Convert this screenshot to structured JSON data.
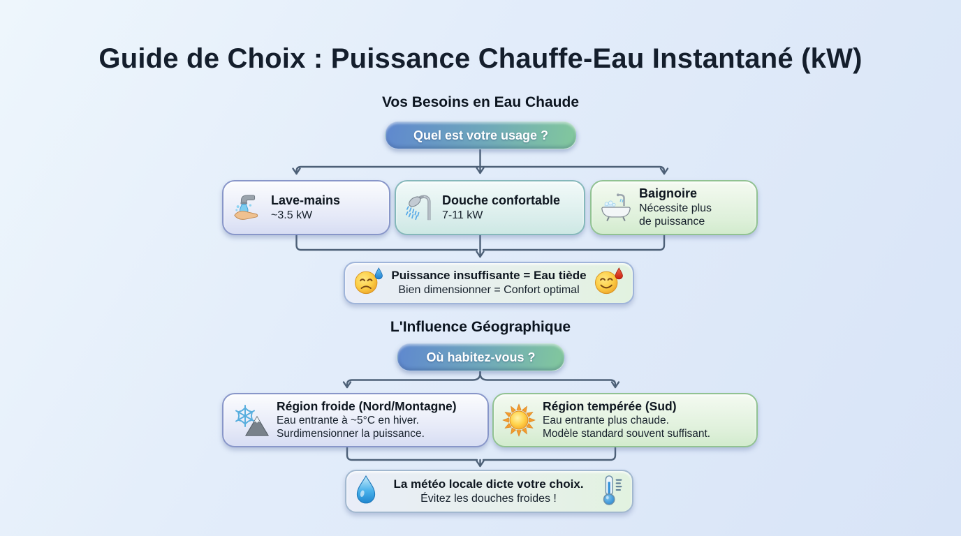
{
  "page": {
    "title": "Guide de Choix : Puissance Chauffe-Eau Instantané (kW)"
  },
  "sections": {
    "usage": {
      "heading": "Vos Besoins en Eau Chaude",
      "question": "Quel est votre usage ?",
      "options": [
        {
          "icon": "hand-wash-icon",
          "title": "Lave-mains",
          "lines": [
            "~3.5 kW"
          ]
        },
        {
          "icon": "shower-icon",
          "title": "Douche confortable",
          "lines": [
            "7-11 kW"
          ]
        },
        {
          "icon": "bathtub-icon",
          "title": "Baignoire",
          "lines": [
            "Nécessite plus",
            "de puissance"
          ]
        }
      ],
      "conclusion": {
        "left_icon": "sad-sweat-emoji",
        "right_icon": "happy-hot-emoji",
        "line1": "Puissance insuffisante = Eau tiède",
        "line2": "Bien dimensionner = Confort optimal"
      }
    },
    "geography": {
      "heading": "L'Influence Géographique",
      "question": "Où habitez-vous ?",
      "options": [
        {
          "icon": "snowflake-mountain-icon",
          "title": "Région froide (Nord/Montagne)",
          "lines": [
            "Eau entrante à ~5°C en hiver.",
            "Surdimensionner la puissance."
          ]
        },
        {
          "icon": "sun-icon",
          "title": "Région tempérée (Sud)",
          "lines": [
            "Eau entrante plus chaude.",
            "Modèle standard souvent suffisant."
          ]
        }
      ],
      "conclusion": {
        "left_icon": "water-drop-icon",
        "right_icon": "thermometer-icon",
        "line1": "La météo locale dicte votre choix.",
        "line2": "Évitez les douches froides !"
      }
    }
  },
  "colors": {
    "background_start": "#eef6fc",
    "background_end": "#d8e4f7",
    "pill_gradient_start": "#5f88cf",
    "pill_gradient_end": "#82c89c",
    "connector": "#4d6077",
    "card_blue_border": "#8896c9",
    "card_teal_border": "#85b8ba",
    "card_green_border": "#91c292",
    "title_color": "#141e2c"
  }
}
